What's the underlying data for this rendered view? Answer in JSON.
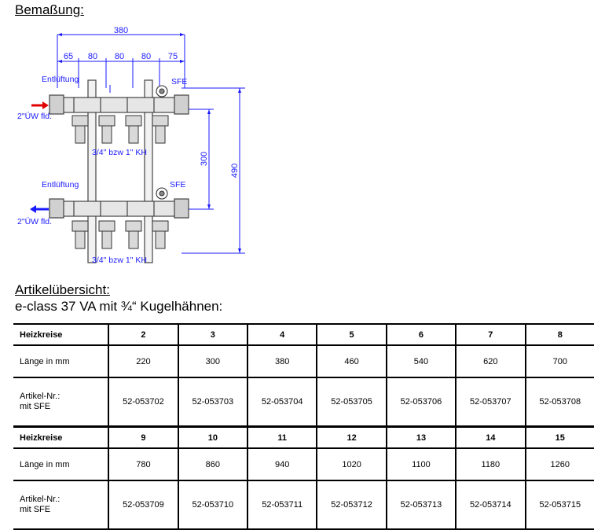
{
  "headings": {
    "dimensions": "Bemaßung:",
    "overview": "Artikelübersicht:",
    "product": "e-class 37 VA mit ¾“ Kugelhähnen:"
  },
  "drawing": {
    "dim_total_width": "380",
    "dim_segments": [
      "65",
      "80",
      "80",
      "80",
      "75"
    ],
    "dim_height_inner": "300",
    "dim_height_total": "490",
    "label_vent_top": "Entlüftung",
    "label_vent_bottom": "Entlüftung",
    "label_sfe_top": "SFE",
    "label_sfe_bottom": "SFE",
    "label_flow_in": "2\"ÜW fld.",
    "label_flow_out": "2\"ÜW fld.",
    "label_ball_valve_top": "3/4\" bzw 1\" KH",
    "label_ball_valve_bottom": "3/4\" bzw 1\" KH",
    "colors": {
      "dimension": "#1a1aff",
      "arrow_in": "#e00000",
      "arrow_out": "#1a1aff"
    }
  },
  "tables": [
    {
      "row_labels": {
        "circuits": "Heizkreise",
        "length": "Länge in mm",
        "article_line1": "Artikel-Nr.:",
        "article_line2": "mit SFE"
      },
      "circuits": [
        "2",
        "3",
        "4",
        "5",
        "6",
        "7",
        "8"
      ],
      "lengths": [
        "220",
        "300",
        "380",
        "460",
        "540",
        "620",
        "700"
      ],
      "articles": [
        "52-053702",
        "52-053703",
        "52-053704",
        "52-053705",
        "52-053706",
        "52-053707",
        "52-053708"
      ]
    },
    {
      "row_labels": {
        "circuits": "Heizkreise",
        "length": "Länge in mm",
        "article_line1": "Artikel-Nr.:",
        "article_line2": "mit SFE"
      },
      "circuits": [
        "9",
        "10",
        "11",
        "12",
        "13",
        "14",
        "15"
      ],
      "lengths": [
        "780",
        "860",
        "940",
        "1020",
        "1100",
        "1180",
        "1260"
      ],
      "articles": [
        "52-053709",
        "52-053710",
        "52-053711",
        "52-053712",
        "52-053713",
        "52-053714",
        "52-053715"
      ]
    }
  ]
}
